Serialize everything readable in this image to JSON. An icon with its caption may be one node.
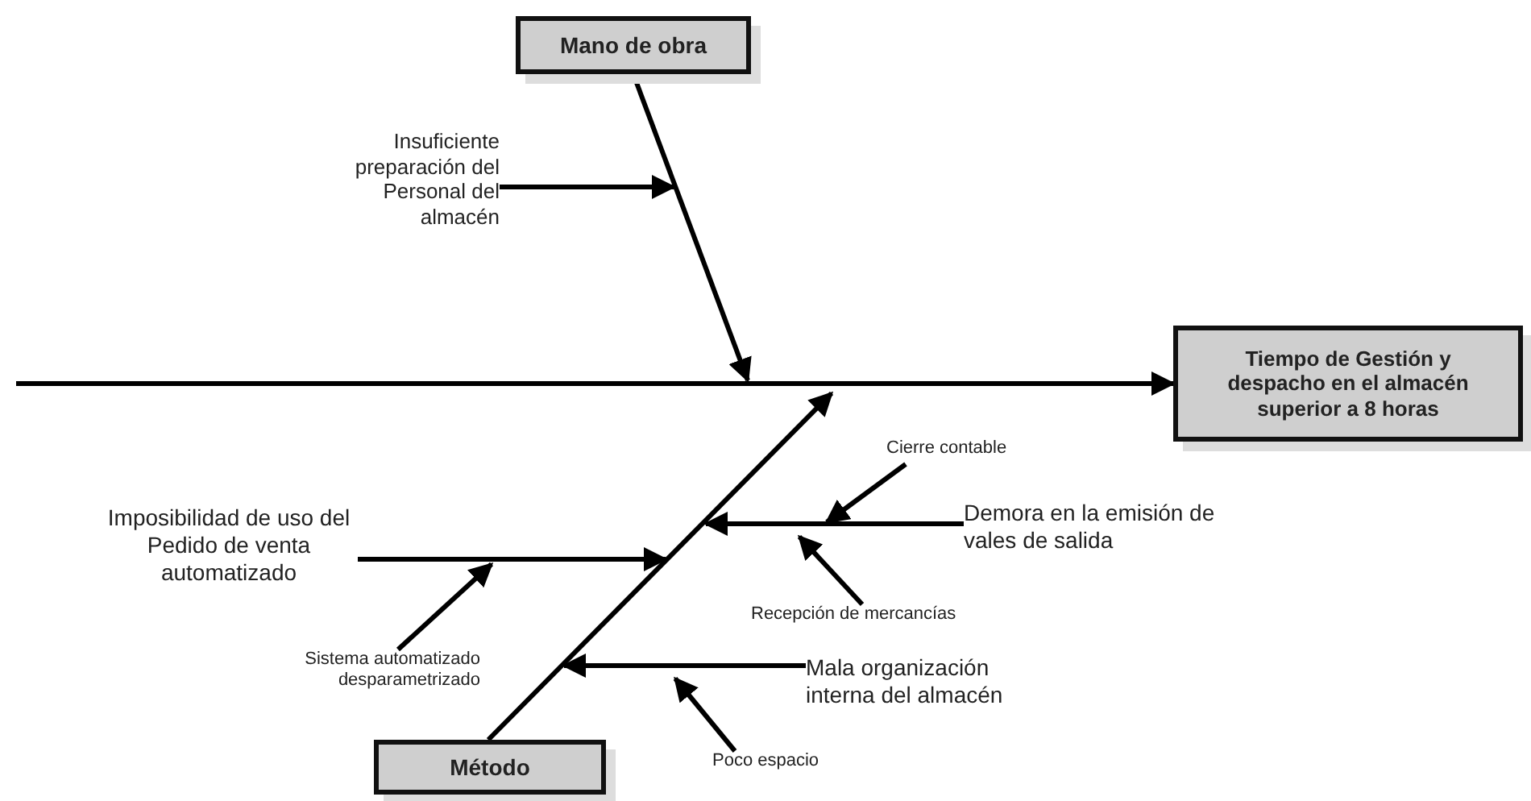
{
  "diagram": {
    "nodes": [
      {
        "text": [
          "Mano de obra"
        ]
      },
      {
        "text": [
          "Insuficiente preparación del Personal del almacén"
        ]
      },
      {
        "text": [
          "Tiempo de Gestión y despacho en el almacén superior a 8 horas"
        ]
      },
      {
        "text": [
          "Método"
        ]
      },
      {
        "text": [
          "Cierre contable"
        ]
      },
      {
        "text": [
          "Demora en la emisión de vales de salida"
        ]
      },
      {
        "text": [
          "Recepción de mercancías"
        ]
      },
      {
        "text": [
          "Imposibilidad de uso del Pedido de venta automatizado"
        ]
      },
      {
        "text": [
          "Sistema automatizado desparametrizado"
        ]
      },
      {
        "text": [
          "Mala organización interna del almacén"
        ]
      },
      {
        "text": [
          "Poco espacio"
        ]
      }
    ],
    "edges": [
      {
        "from": null,
        "to": 2,
        "arrow": "to"
      },
      {
        "from": 0,
        "to": null,
        "arrow": "to"
      },
      {
        "from": 1,
        "to": null,
        "arrow": "to"
      },
      {
        "from": 3,
        "to": null,
        "arrow": "to"
      },
      {
        "from": 4,
        "to": null,
        "arrow": "to"
      },
      {
        "from": 5,
        "to": null,
        "arrow": "to"
      },
      {
        "from": 6,
        "to": null,
        "arrow": "to"
      },
      {
        "from": 7,
        "to": null,
        "arrow": "to"
      },
      {
        "from": 8,
        "to": null,
        "arrow": "to"
      },
      {
        "from": 9,
        "to": null,
        "arrow": "to"
      },
      {
        "from": 10,
        "to": null,
        "arrow": "to"
      }
    ]
  }
}
